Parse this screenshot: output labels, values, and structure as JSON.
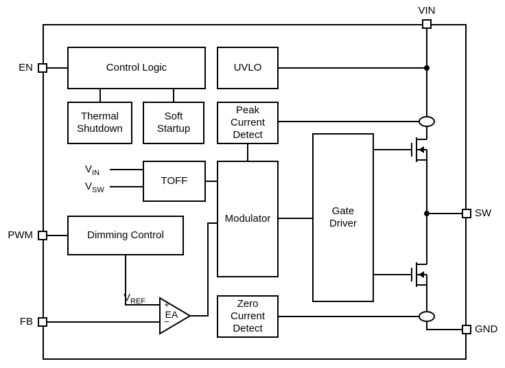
{
  "pins": {
    "vin": "VIN",
    "en": "EN",
    "pwm": "PWM",
    "fb": "FB",
    "sw": "SW",
    "gnd": "GND"
  },
  "blocks": {
    "control_logic": "Control Logic",
    "uvlo": "UVLO",
    "thermal_shutdown": "Thermal\nShutdown",
    "soft_startup": "Soft\nStartup",
    "peak_current_detect": "Peak\nCurrent\nDetect",
    "toff": "TOFF",
    "modulator": "Modulator",
    "gate_driver": "Gate\nDriver",
    "dimming_control": "Dimming Control",
    "zero_current_detect": "Zero\nCurrent\nDetect"
  },
  "signals": {
    "vin": {
      "base": "V",
      "sub": "IN"
    },
    "vsw": {
      "base": "V",
      "sub": "SW"
    },
    "vref": {
      "base": "V",
      "sub": "REF"
    }
  },
  "error_amplifier": {
    "label": "EA",
    "plus": "+",
    "minus": "−"
  },
  "colors": {
    "line": "#000000",
    "background": "#ffffff"
  }
}
